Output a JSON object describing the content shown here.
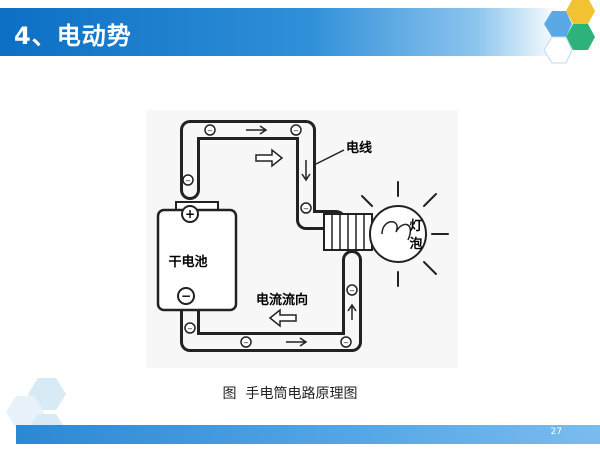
{
  "slide": {
    "title": "4、电动势",
    "page_number": "27"
  },
  "diagram": {
    "battery_label": "干电池",
    "battery_positive": "+",
    "battery_negative": "−",
    "wire_label": "电线",
    "current_label": "电流流向",
    "bulb_label_1": "灯",
    "bulb_label_2": "泡"
  },
  "caption": "图  手电筒电路原理图",
  "colors": {
    "title_band": "#0d6fc4",
    "hex_yellow": "#f1c232",
    "hex_green": "#2db37a",
    "hex_blue": "#5aa9e6",
    "hex_lightblue": "#bcd9f2"
  }
}
